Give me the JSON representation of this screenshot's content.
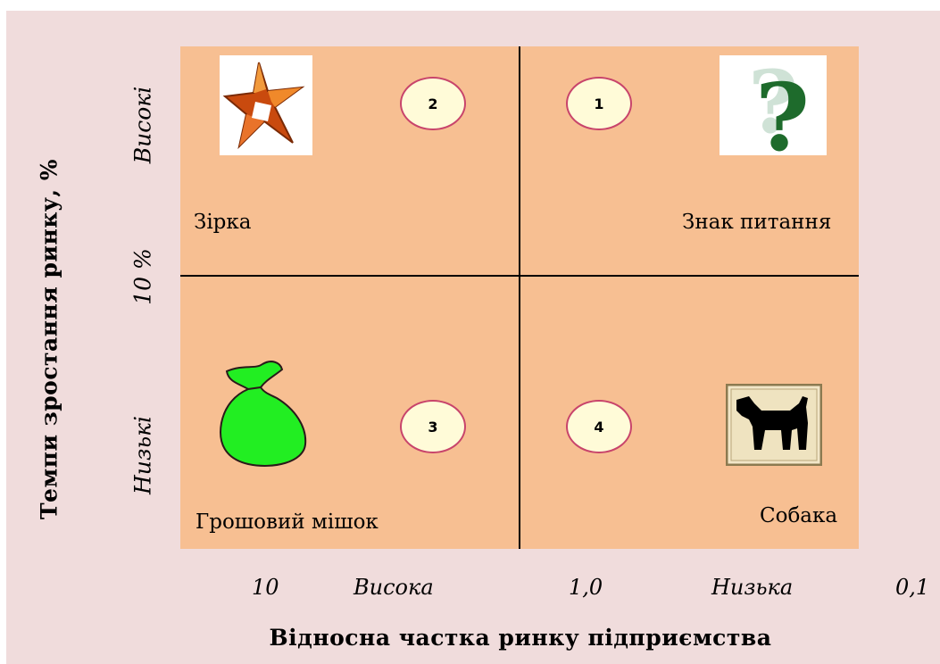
{
  "y_axis": {
    "title": "Темпи зростання ринку, %",
    "high": "Високі",
    "mid": "10 %",
    "low": "Низькі"
  },
  "x_axis": {
    "title": "Відносна частка ринку підприємства",
    "tick_10": "10",
    "high": "Висока",
    "tick_1": "1,0",
    "low": "Низька",
    "tick_01": "0,1"
  },
  "quadrants": [
    {
      "number": "2",
      "label": "Зірка",
      "icon": "star-icon"
    },
    {
      "number": "1",
      "label": "Знак питання",
      "icon": "question-mark-icon"
    },
    {
      "number": "3",
      "label": "Грошовий мішок",
      "icon": "money-bag-icon"
    },
    {
      "number": "4",
      "label": "Собака",
      "icon": "dog-icon"
    }
  ],
  "colors": {
    "background": "#f0dcdc",
    "matrix": "#f7bf92",
    "badge_border": "#c8446b",
    "badge_fill": "#fffbd8"
  }
}
